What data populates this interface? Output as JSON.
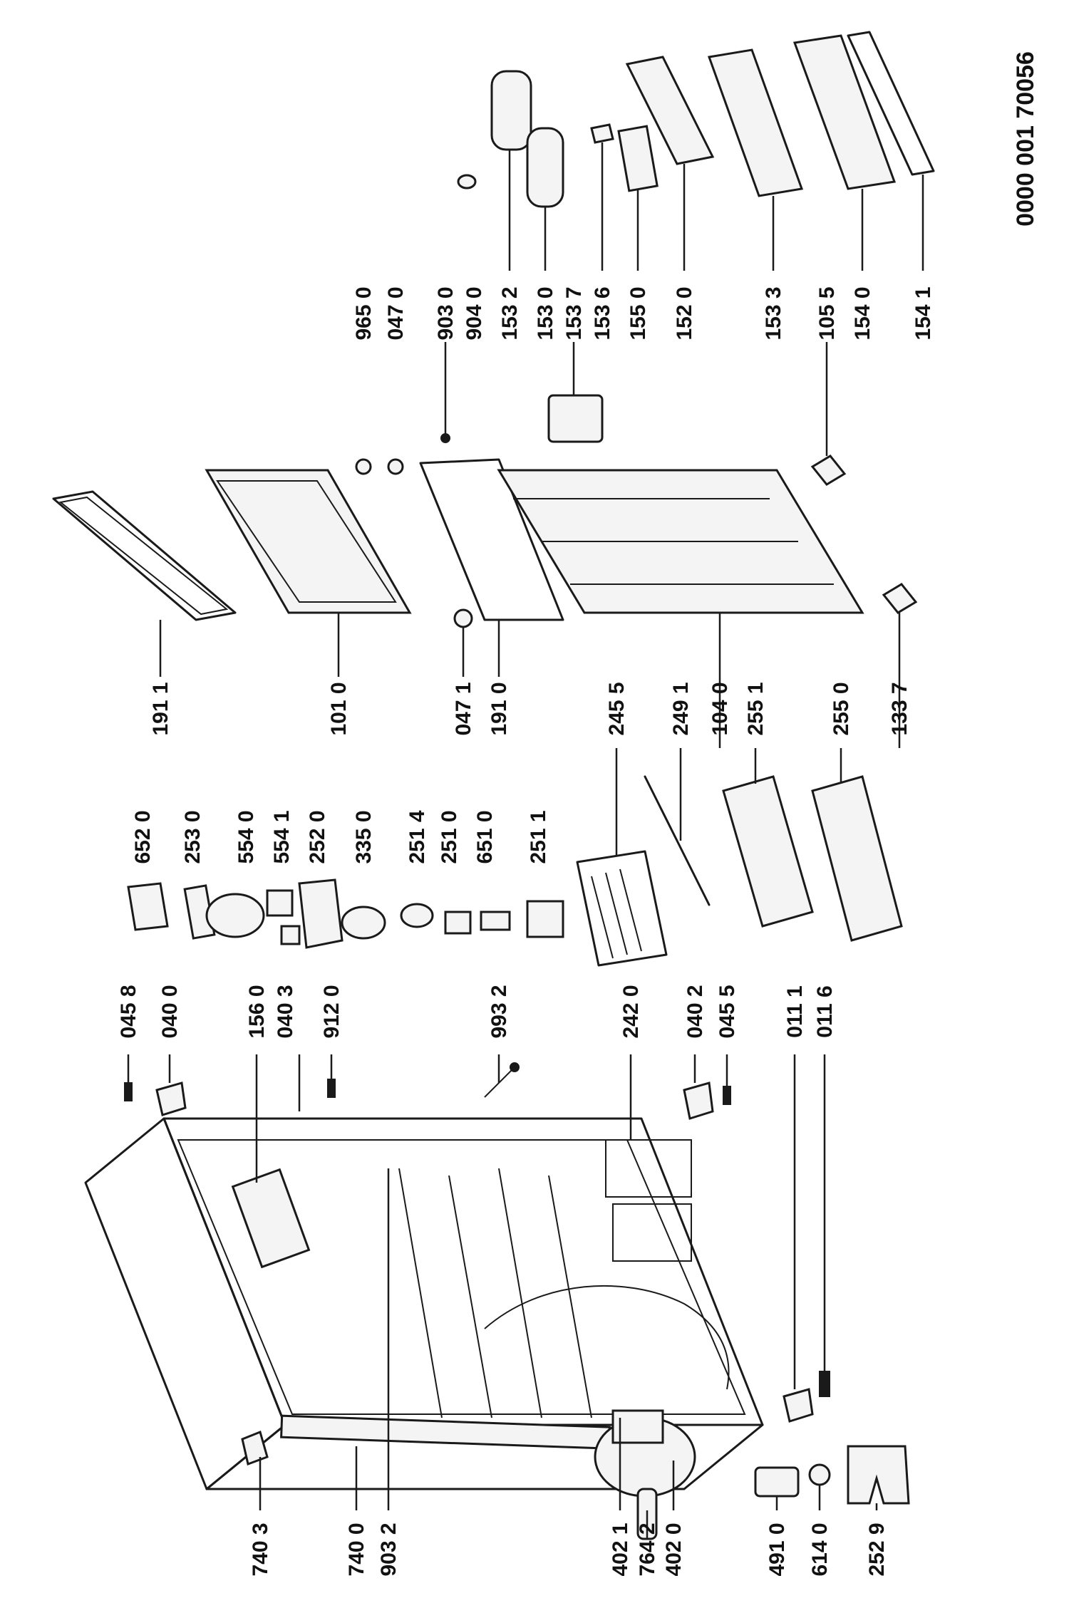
{
  "doc_id": "0000 001 70056",
  "labels": {
    "l7403": "740 3",
    "l7400": "740 0",
    "l9032a": "903 2",
    "l4021": "402 1",
    "l7642": "764 2",
    "l4020": "402 0",
    "l4910": "491 0",
    "l6140": "614 0",
    "l2529": "252 9",
    "l0458": "045 8",
    "l0400": "040 0",
    "l1560": "156 0",
    "l0403": "040 3",
    "l9120": "912 0",
    "l9932": "993 2",
    "l2420": "242 0",
    "l0402": "040 2",
    "l0455": "045 5",
    "l0111": "011 1",
    "l0116": "011 6",
    "l6520": "652 0",
    "l2530": "253 0",
    "l5540": "554 0",
    "l5541": "554 1",
    "l2520": "252 0",
    "l3350": "335 0",
    "l2514": "251 4",
    "l2510": "251 0",
    "l6510": "651 0",
    "l2511": "251 1",
    "l2455": "245 5",
    "l2491": "249 1",
    "l1040": "104 0",
    "l2551": "255 1",
    "l2550": "255 0",
    "l1337": "133 7",
    "l1911": "191 1",
    "l1010": "101 0",
    "l0471": "047 1",
    "l1910": "191 0",
    "l9650": "965 0",
    "l0470": "047 0",
    "l9030": "903 0",
    "l9040": "904 0",
    "l1532": "153 2",
    "l1530": "153 0",
    "l1537": "153 7",
    "l1536": "153 6",
    "l1550": "155 0",
    "l1520": "152 0",
    "l1533": "153 3",
    "l1055": "105 5",
    "l1540": "154 0",
    "l1541": "154 1"
  }
}
